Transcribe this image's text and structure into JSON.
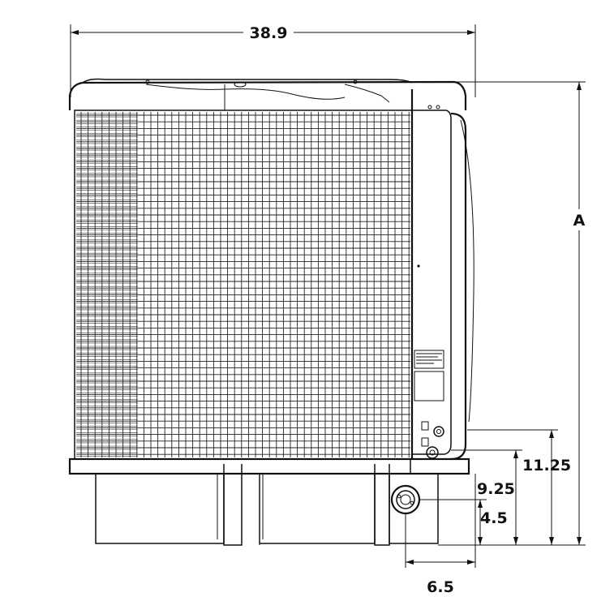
{
  "dimensions": {
    "overall_width": "38.9",
    "height": "A",
    "dim_1": "11.25",
    "dim_2": "9.25",
    "dim_3": "4.5",
    "dim_4": "6.5"
  },
  "colors": {
    "ink": "#111111",
    "background": "#ffffff"
  }
}
